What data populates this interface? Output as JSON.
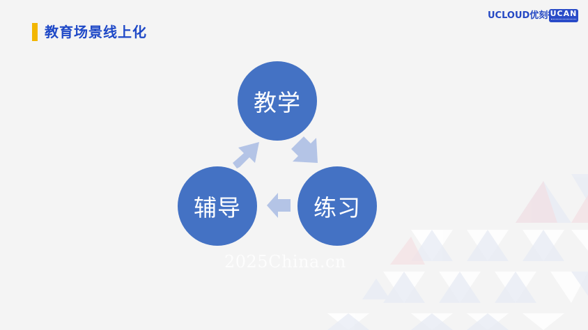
{
  "header": {
    "title": "教育场景线上化",
    "accent_color": "#f2b600",
    "title_color": "#1f49c7"
  },
  "logos": {
    "ucloud": "UCLOUD优刻得",
    "ucan": "UCAN"
  },
  "cycle": {
    "node_color": "#4472c4",
    "arrow_color": "#b4c4e6",
    "nodes": [
      {
        "label": "教学"
      },
      {
        "label": "练习"
      },
      {
        "label": "辅导"
      }
    ]
  },
  "watermark": "2025China.cn",
  "icons": {
    "arrow_1": "arrow-right-down-icon",
    "arrow_2": "arrow-left-icon",
    "arrow_3": "arrow-right-up-icon"
  }
}
